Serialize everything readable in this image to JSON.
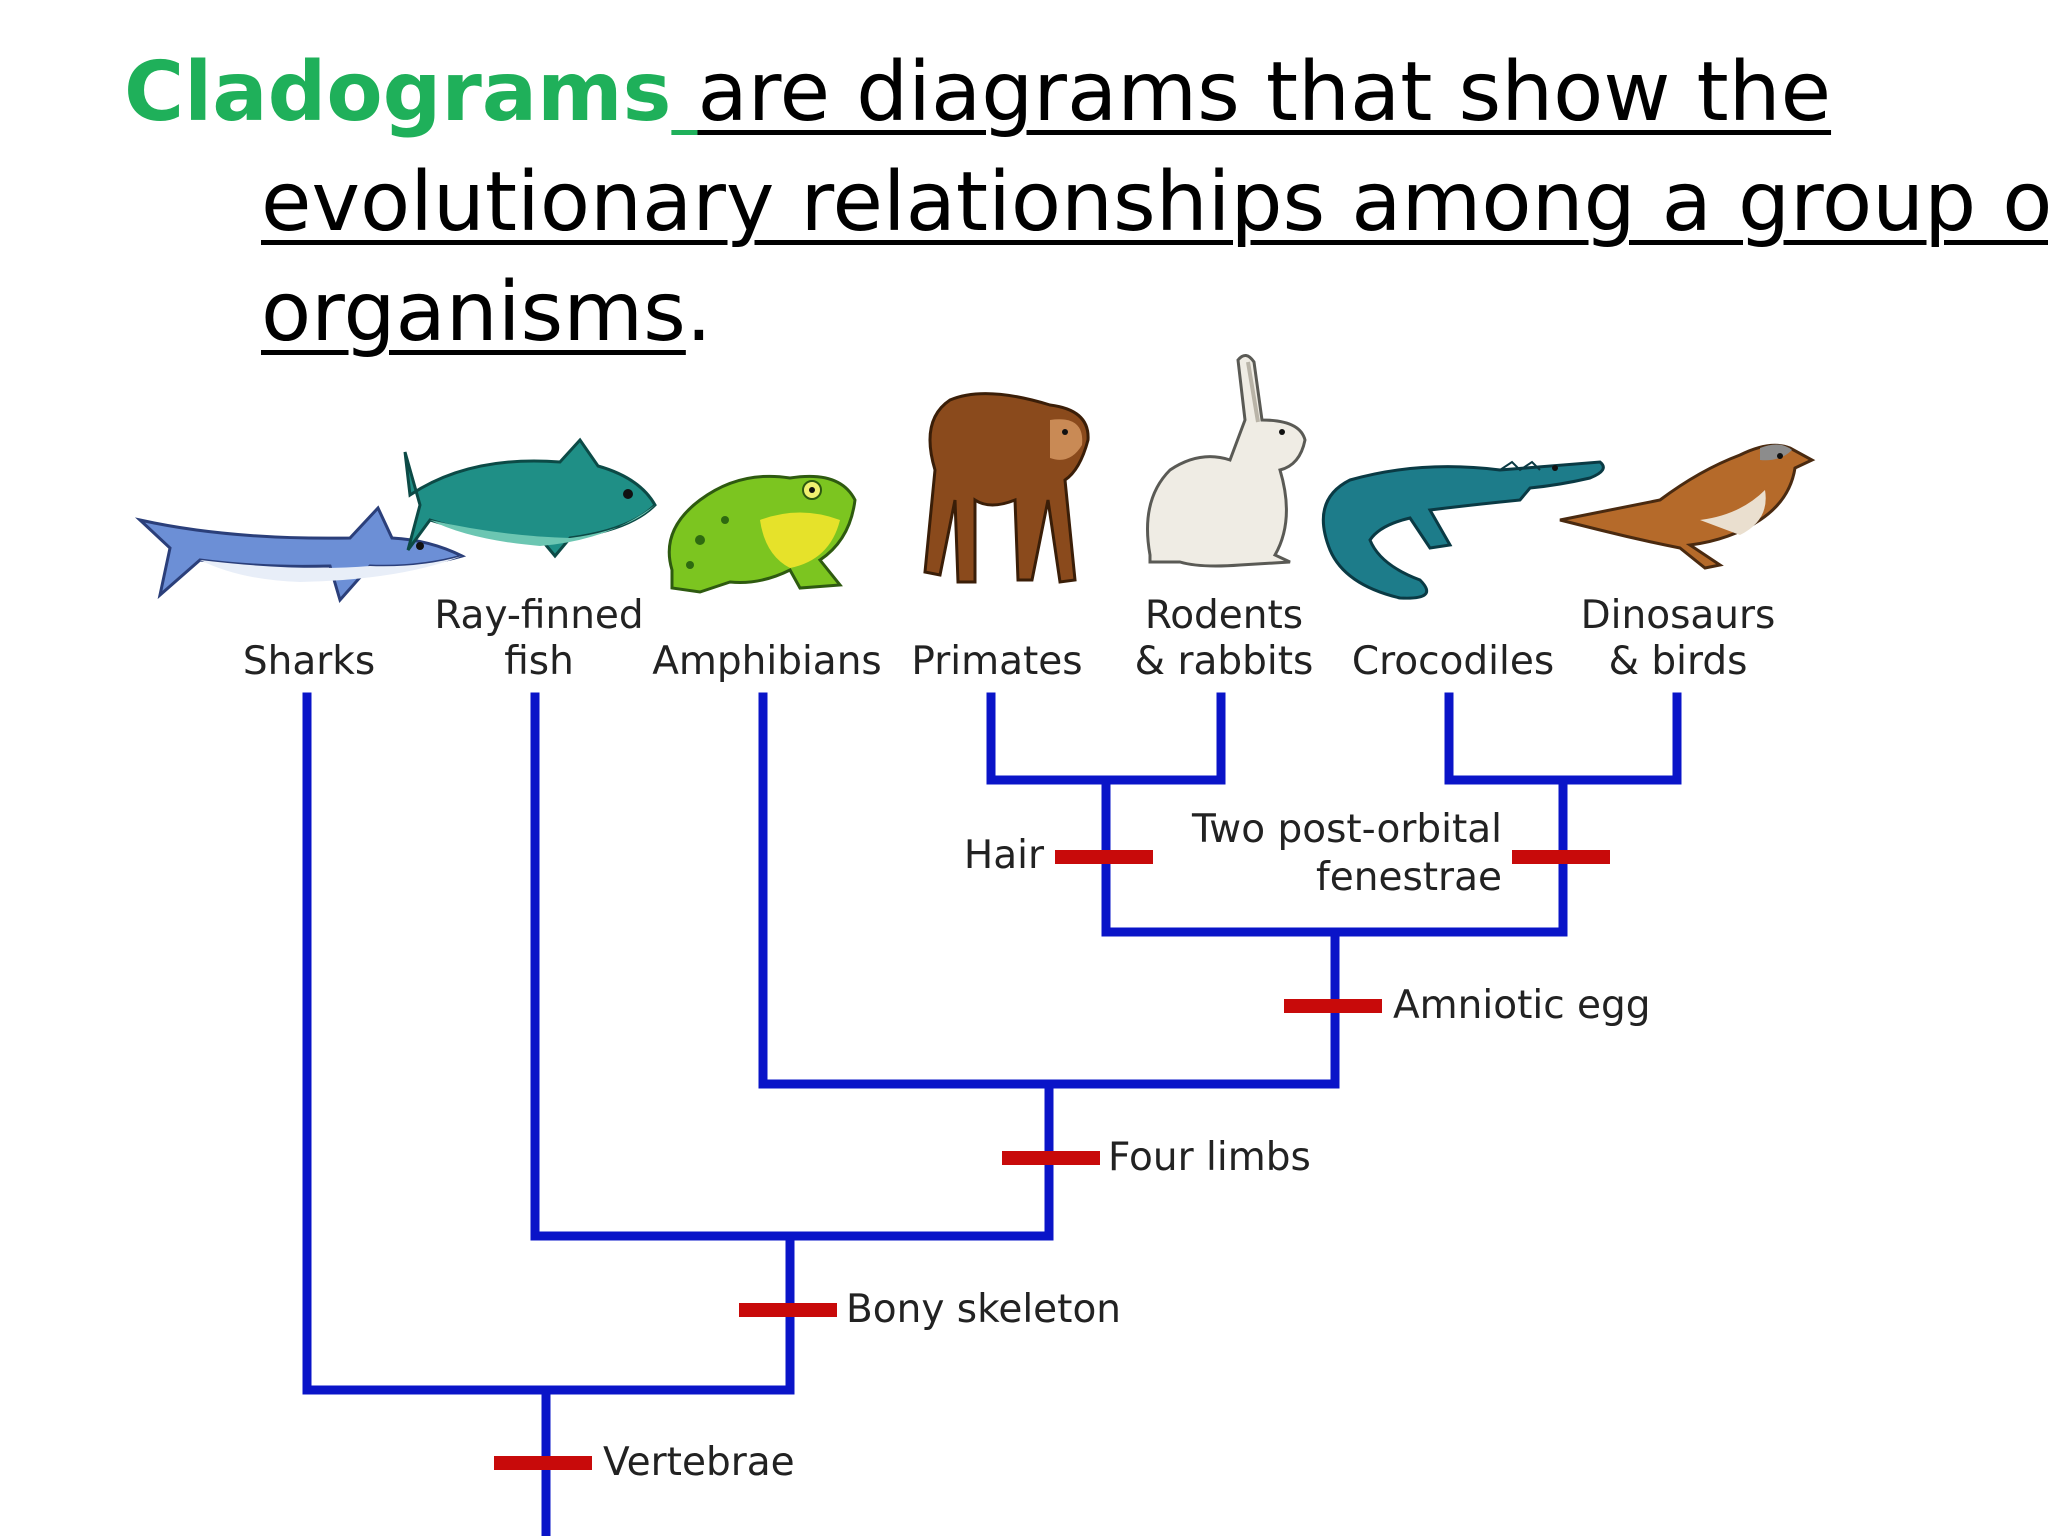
{
  "title": {
    "term": "Cladograms",
    "rest": "are diagrams that show the evolutionary relationships among a group of organisms",
    "end": "."
  },
  "taxa": [
    {
      "id": "sharks",
      "line1": "",
      "line2": "Sharks",
      "icon": "shark-icon"
    },
    {
      "id": "ray-finned-fish",
      "line1": "Ray-finned",
      "line2": "fish",
      "icon": "tuna-fish-icon"
    },
    {
      "id": "amphibians",
      "line1": "",
      "line2": "Amphibians",
      "icon": "frog-icon"
    },
    {
      "id": "primates",
      "line1": "",
      "line2": "Primates",
      "icon": "ape-icon"
    },
    {
      "id": "rodents-rabbits",
      "line1": "Rodents",
      "line2": "& rabbits",
      "icon": "rabbit-icon"
    },
    {
      "id": "crocodiles",
      "line1": "",
      "line2": "Crocodiles",
      "icon": "crocodile-icon"
    },
    {
      "id": "dinosaurs-birds",
      "line1": "Dinosaurs",
      "line2": "& birds",
      "icon": "sparrow-icon"
    }
  ],
  "traits": {
    "vertebrae": "Vertebrae",
    "bony_skeleton": "Bony skeleton",
    "four_limbs": "Four limbs",
    "amniotic_egg": "Amniotic egg",
    "hair": "Hair",
    "two_post_orbital_line1": "Two post-orbital",
    "two_post_orbital_line2": "fenestrae"
  },
  "colors": {
    "branch": "#0a14c8",
    "trait_mark": "#c80a0a",
    "title_term": "#1fb05a"
  }
}
